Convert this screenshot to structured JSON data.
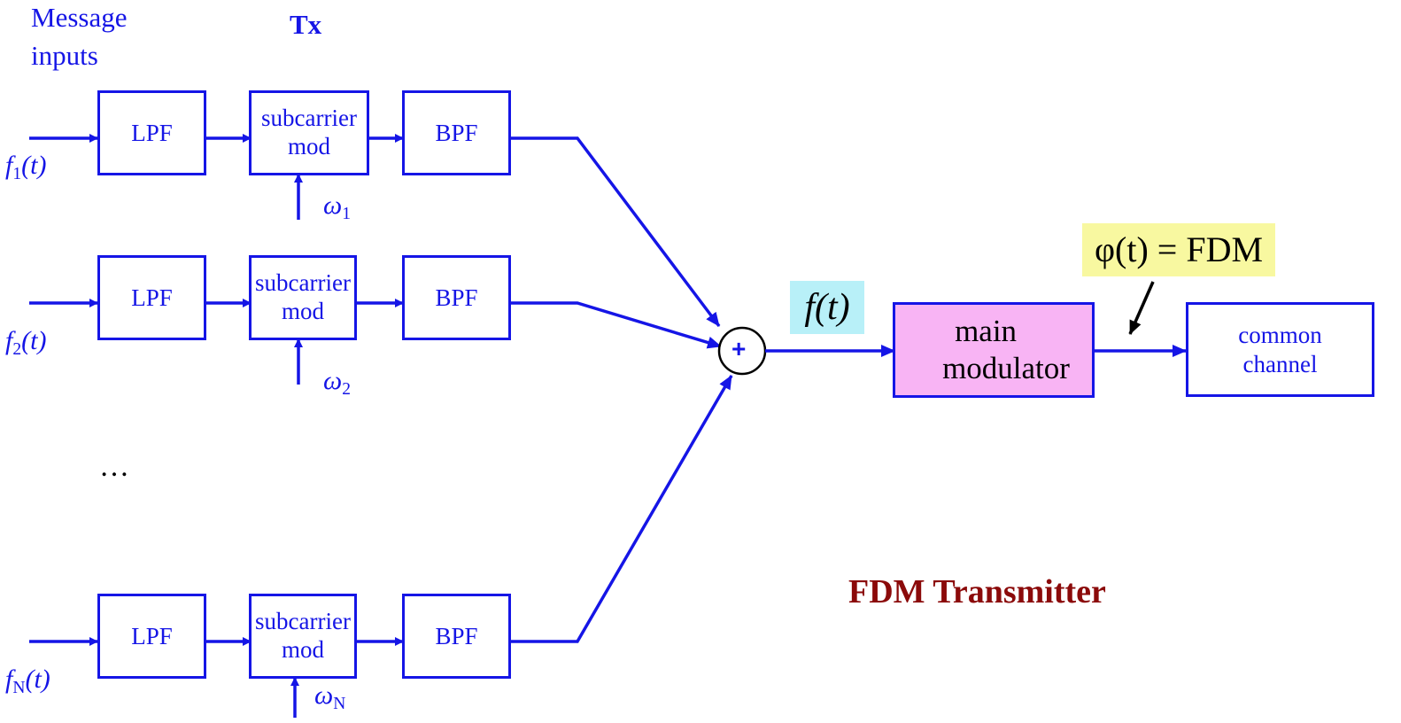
{
  "header": {
    "message_inputs": "Message\ninputs",
    "tx": "Tx"
  },
  "channels": [
    {
      "input": "f",
      "input_sub": "1",
      "lpf": "LPF",
      "sub_line1": "subcarrier",
      "sub_line2": "mod",
      "bpf": "BPF",
      "omega": "ω",
      "omega_sub": "1"
    },
    {
      "input": "f",
      "input_sub": "2",
      "lpf": "LPF",
      "sub_line1": "subcarrier",
      "sub_line2": "mod",
      "bpf": "BPF",
      "omega": "ω",
      "omega_sub": "2"
    },
    {
      "input": "f",
      "input_sub": "N",
      "lpf": "LPF",
      "sub_line1": "subcarrier",
      "sub_line2": "mod",
      "bpf": "BPF",
      "omega": "ω",
      "omega_sub": "N"
    }
  ],
  "ellipsis": "…",
  "summer": "+",
  "sum_label": "f(t)",
  "main_modulator": {
    "line1": "main",
    "line2": "modulator"
  },
  "phi_label": "φ(t) = FDM",
  "common_channel": {
    "line1": "common",
    "line2": "channel"
  },
  "title": "FDM Transmitter",
  "colors": {
    "diagram_blue": "#1515e6",
    "title_red": "#8b0a0a",
    "main_modulator_fill": "#f8b4f4",
    "f_label_highlight": "#b8f0f8",
    "phi_label_highlight": "#f8f8a0"
  }
}
